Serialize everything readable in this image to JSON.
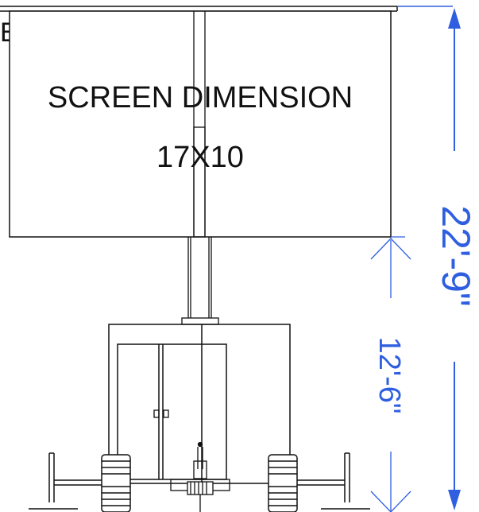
{
  "view_label": "EW",
  "screen": {
    "title": "SCREEN DIMENSION",
    "size": "17X10"
  },
  "dimensions": {
    "overall_height": "22'-9\"",
    "ground_clearance": "12'-6\""
  },
  "colors": {
    "line": "#111111",
    "dimension": "#2f5fe0",
    "background": "#ffffff"
  }
}
